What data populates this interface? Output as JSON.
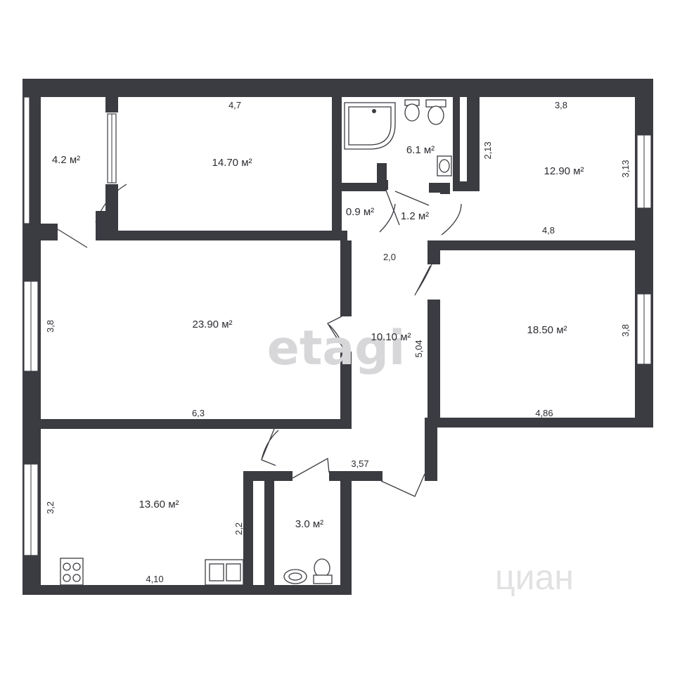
{
  "plan": {
    "rooms": [
      {
        "id": "loggia",
        "area": "4.2 м²"
      },
      {
        "id": "bedroom-1",
        "area": "14.70 м²"
      },
      {
        "id": "bathroom",
        "area": "6.1 м²"
      },
      {
        "id": "closet",
        "area": "0.9 м²"
      },
      {
        "id": "corridor-small",
        "area": "1.2 м²"
      },
      {
        "id": "bedroom-2",
        "area": "12.90 м²"
      },
      {
        "id": "living-room",
        "area": "23.90 м²"
      },
      {
        "id": "hall",
        "area": "10.10 м²"
      },
      {
        "id": "bedroom-3",
        "area": "18.50 м²"
      },
      {
        "id": "kitchen",
        "area": "13.60 м²"
      },
      {
        "id": "toilet",
        "area": "3.0 м²"
      }
    ],
    "dimensions": {
      "bedroom1_width": "4,7",
      "bedroom2_width_top": "3,8",
      "bedroom2_height_left": "2,13",
      "bedroom2_height_right": "3,13",
      "bedroom2_width_bottom": "4,8",
      "hall_width": "2,0",
      "living_height": "3,8",
      "living_width": "6,3",
      "hall_length": "5,04",
      "bedroom3_height": "3,8",
      "bedroom3_width": "4,86",
      "hall_lower_width": "3,57",
      "kitchen_height": "3,2",
      "kitchen_depth": "2,2",
      "kitchen_width": "4,10"
    },
    "watermarks": {
      "main": "etagi",
      "corner": "циан"
    }
  }
}
